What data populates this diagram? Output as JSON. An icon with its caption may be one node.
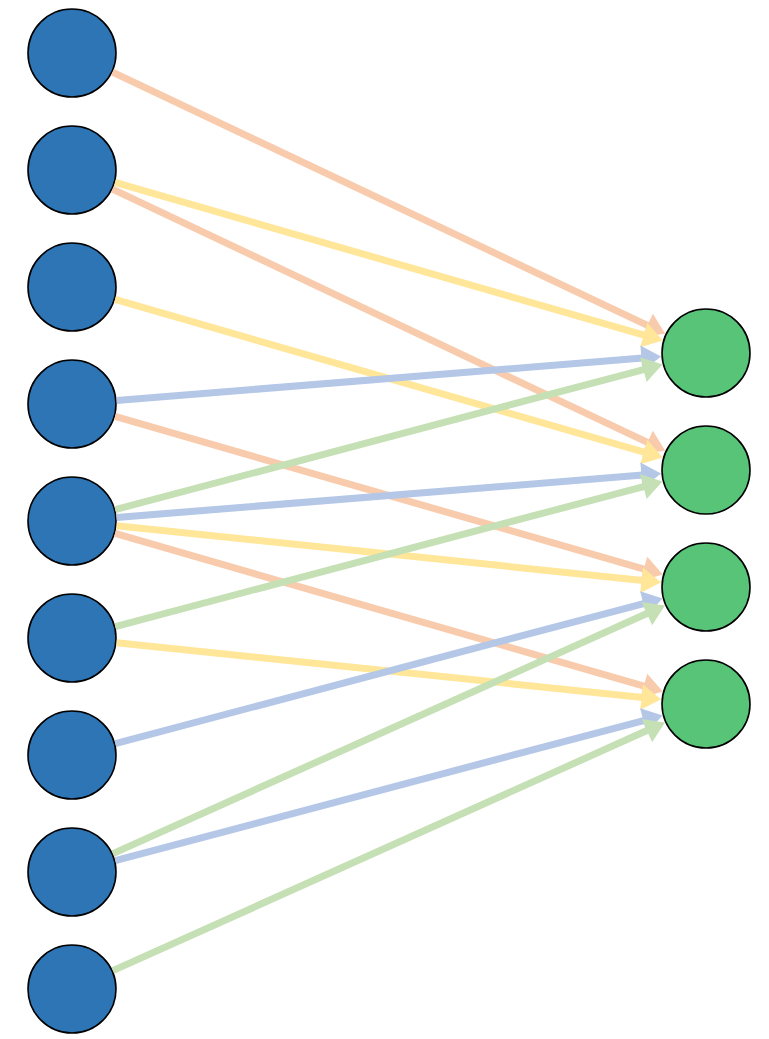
{
  "diagram": {
    "nodes": [
      {
        "text": [],
        "shape": "circle"
      },
      {
        "text": [],
        "shape": "circle"
      },
      {
        "text": [],
        "shape": "circle"
      },
      {
        "text": [],
        "shape": "circle"
      },
      {
        "text": [],
        "shape": "circle"
      },
      {
        "text": [],
        "shape": "circle"
      },
      {
        "text": [],
        "shape": "circle"
      },
      {
        "text": [],
        "shape": "circle"
      },
      {
        "text": [],
        "shape": "circle"
      },
      {
        "text": [],
        "shape": "circle"
      },
      {
        "text": [],
        "shape": "circle"
      },
      {
        "text": [],
        "shape": "circle"
      },
      {
        "text": [],
        "shape": "circle"
      }
    ],
    "edges": [
      {
        "from": 0,
        "to": 9,
        "arrow": "to",
        "color": "#f8cbad"
      },
      {
        "from": 1,
        "to": 9,
        "arrow": "to",
        "color": "#ffe699"
      },
      {
        "from": 1,
        "to": 10,
        "arrow": "to",
        "color": "#f8cbad"
      },
      {
        "from": 2,
        "to": 10,
        "arrow": "to",
        "color": "#ffe699"
      },
      {
        "from": 3,
        "to": 9,
        "arrow": "to",
        "color": "#b4c7e7"
      },
      {
        "from": 3,
        "to": 11,
        "arrow": "to",
        "color": "#f8cbad"
      },
      {
        "from": 4,
        "to": 9,
        "arrow": "to",
        "color": "#c5e0b4"
      },
      {
        "from": 4,
        "to": 10,
        "arrow": "to",
        "color": "#b4c7e7"
      },
      {
        "from": 4,
        "to": 11,
        "arrow": "to",
        "color": "#ffe699"
      },
      {
        "from": 4,
        "to": 12,
        "arrow": "to",
        "color": "#f8cbad"
      },
      {
        "from": 5,
        "to": 10,
        "arrow": "to",
        "color": "#c5e0b4"
      },
      {
        "from": 5,
        "to": 12,
        "arrow": "to",
        "color": "#ffe699"
      },
      {
        "from": 6,
        "to": 11,
        "arrow": "to",
        "color": "#b4c7e7"
      },
      {
        "from": 7,
        "to": 11,
        "arrow": "to",
        "color": "#c5e0b4"
      },
      {
        "from": 7,
        "to": 12,
        "arrow": "to",
        "color": "#b4c7e7"
      },
      {
        "from": 8,
        "to": 12,
        "arrow": "to",
        "color": "#c5e0b4"
      }
    ]
  }
}
